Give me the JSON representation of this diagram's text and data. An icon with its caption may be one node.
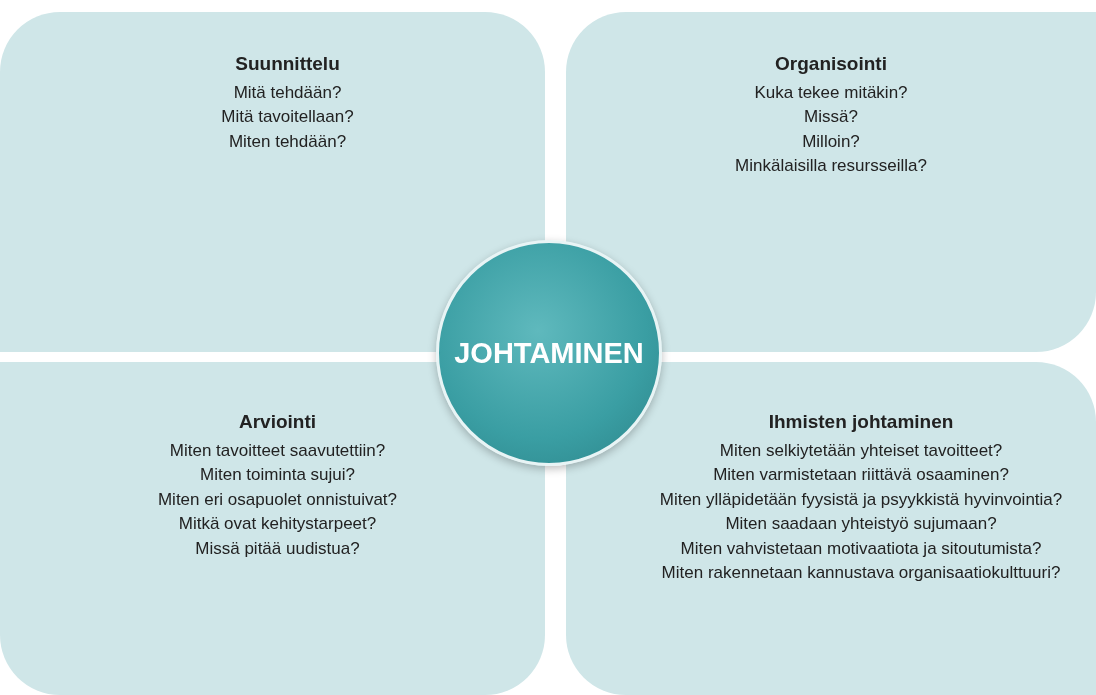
{
  "diagram": {
    "nodes": [
      {
        "text": [
          "Suunnittelu",
          "Mitä tehdään?",
          "Mitä tavoitellaan?",
          "Miten tehdään?"
        ]
      },
      {
        "text": [
          "Organisointi",
          "Kuka tekee mitäkin?",
          "Missä?",
          "Milloin?",
          "Minkälaisilla resursseilla?"
        ]
      },
      {
        "text": [
          "JOHTAMINEN"
        ]
      },
      {
        "text": [
          "Arviointi",
          "Miten tavoitteet saavutettiin?",
          "Miten toiminta sujui?",
          "Miten eri osapuolet onnistuivat?",
          "Mitkä ovat kehitystarpeet?",
          "Missä pitää uudistua?"
        ]
      },
      {
        "text": [
          "Ihmisten johtaminen",
          "Miten selkiytetään yhteiset tavoitteet?",
          "Miten varmistetaan riittävä osaaminen?",
          "Miten ylläpidetään fyysistä ja psyykkistä hyvinvointia?",
          "Miten saadaan yhteistyö sujumaan?",
          "Miten vahvistetaan motivaatiota ja sitoutumista?",
          "Miten rakennetaan kannustava organisaatiokulttuuri?"
        ]
      }
    ],
    "edges": []
  }
}
